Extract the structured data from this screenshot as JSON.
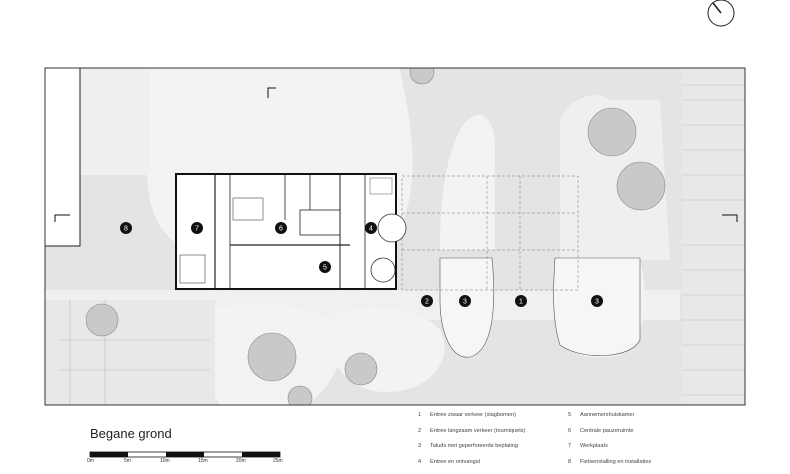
{
  "title": "Begane grond",
  "scale_bar": {
    "labels": [
      "0m",
      "5m",
      "10m",
      "15m",
      "20m",
      "25m"
    ]
  },
  "legend_left": [
    {
      "num": "1",
      "text": "Entree zwaar verkeer (slagbomen)"
    },
    {
      "num": "2",
      "text": "Entree langzaam verkeer (tourniquets)"
    },
    {
      "num": "3",
      "text": "Taluds met geperforeerde beplating"
    },
    {
      "num": "4",
      "text": "Entree en ontvangst"
    }
  ],
  "legend_right": [
    {
      "num": "5",
      "text": "Aannemershuiskamer"
    },
    {
      "num": "6",
      "text": "Centrale pauzeruimte"
    },
    {
      "num": "7",
      "text": "Werkplaats"
    },
    {
      "num": "8",
      "text": "Fietsenstalling en installaties"
    }
  ],
  "markers": [
    "8",
    "7",
    "6",
    "4",
    "5",
    "2",
    "3",
    "1",
    "3"
  ],
  "colors": {
    "ground": "#e4e4e4",
    "path": "#f3f3f3",
    "tree": "#c9c9c9",
    "marker": "#111111",
    "line": "#222222"
  },
  "icons": {
    "north_arrow": "north-arrow-icon"
  }
}
